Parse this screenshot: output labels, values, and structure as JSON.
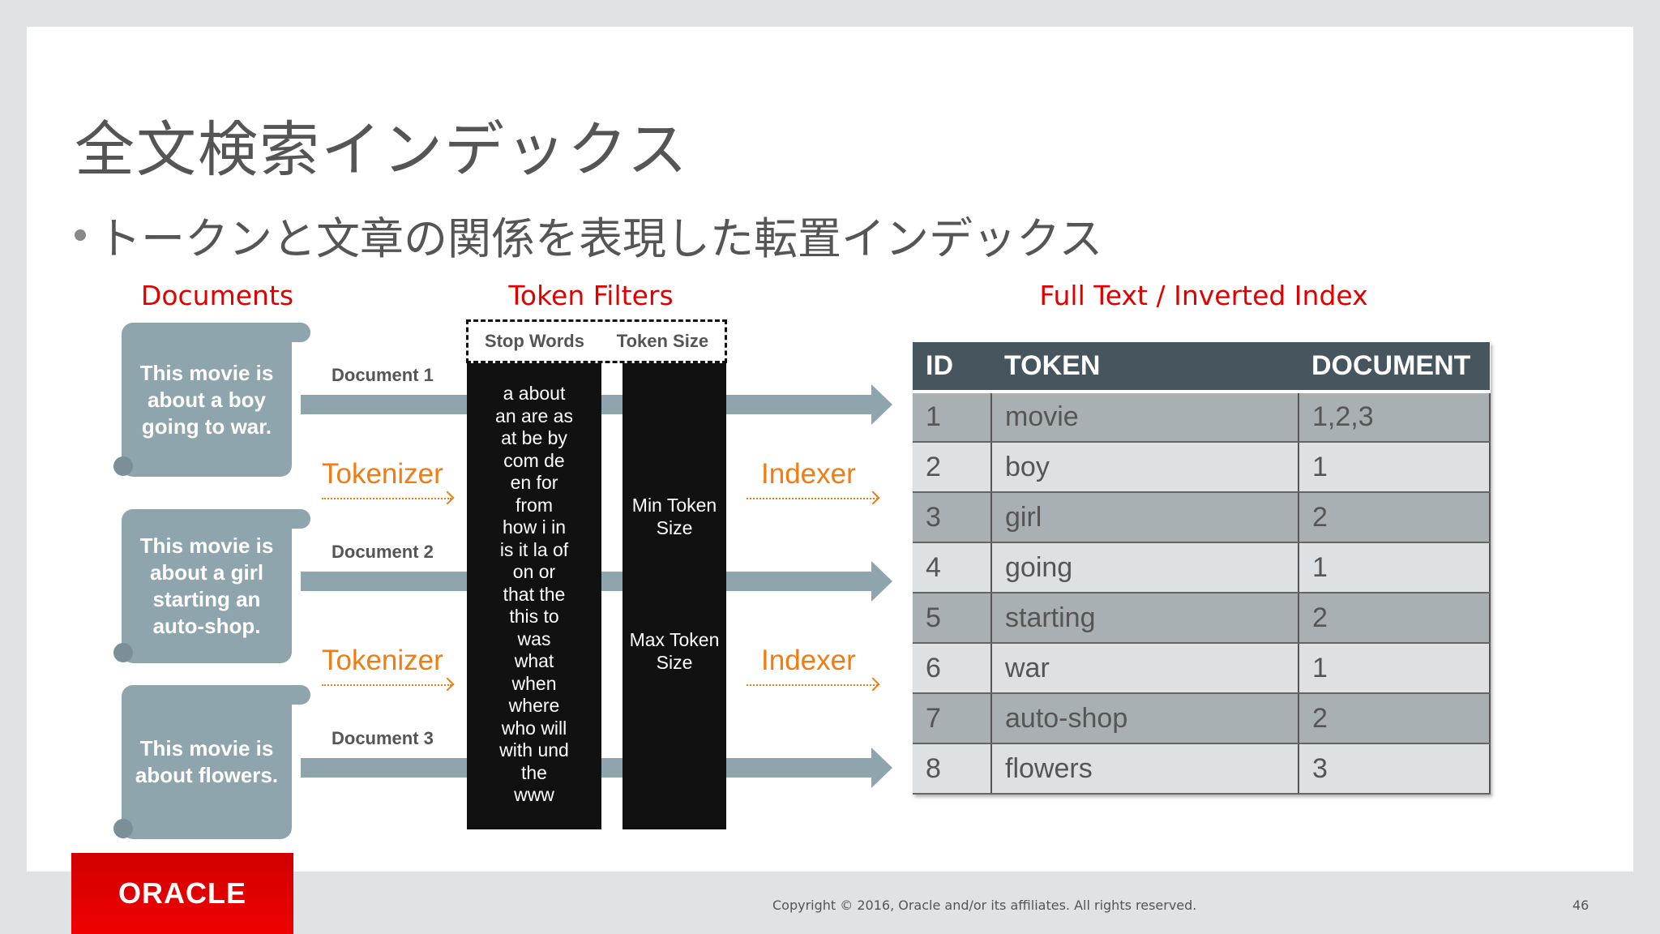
{
  "title": "全文検索インデックス",
  "bullet": "トークンと文章の関係を表現した転置インデックス",
  "sections": {
    "documents": "Documents",
    "token_filters": "Token Filters",
    "index": "Full Text / Inverted Index"
  },
  "documents": [
    {
      "text": "This movie is about a boy going to war.",
      "label": "Document 1"
    },
    {
      "text": "This movie is about a girl starting an auto-shop.",
      "label": "Document 2"
    },
    {
      "text": "This movie is about flowers.",
      "label": "Document 3"
    }
  ],
  "tokenizer_label": "Tokenizer",
  "indexer_label": "Indexer",
  "filters": {
    "stop_words_label": "Stop Words",
    "token_size_label": "Token Size",
    "stop_words": [
      "a about",
      "an are as",
      "at be by",
      "com de",
      "en for",
      "from",
      "how i in",
      "is it la of",
      "on or",
      "that the",
      "this to",
      "was",
      "what",
      "when",
      "where",
      "who will",
      "with und",
      "the",
      "www"
    ],
    "min": "Min Token Size",
    "max": "Max Token Size"
  },
  "table": {
    "headers": [
      "ID",
      "TOKEN",
      "DOCUMENT"
    ],
    "rows": [
      [
        "1",
        "movie",
        "1,2,3"
      ],
      [
        "2",
        "boy",
        "1"
      ],
      [
        "3",
        "girl",
        "2"
      ],
      [
        "4",
        "going",
        "1"
      ],
      [
        "5",
        "starting",
        "2"
      ],
      [
        "6",
        "war",
        "1"
      ],
      [
        "7",
        "auto-shop",
        "2"
      ],
      [
        "8",
        "flowers",
        "3"
      ]
    ]
  },
  "footer": {
    "logo": "ORACLE",
    "copyright": "Copyright © 2016, Oracle and/or its affiliates. All rights reserved.",
    "page": "46"
  },
  "colors": {
    "accent_red": "#e00000",
    "orange": "#f07c12",
    "scroll": "#8fa5ae",
    "table_header": "#46555e"
  }
}
